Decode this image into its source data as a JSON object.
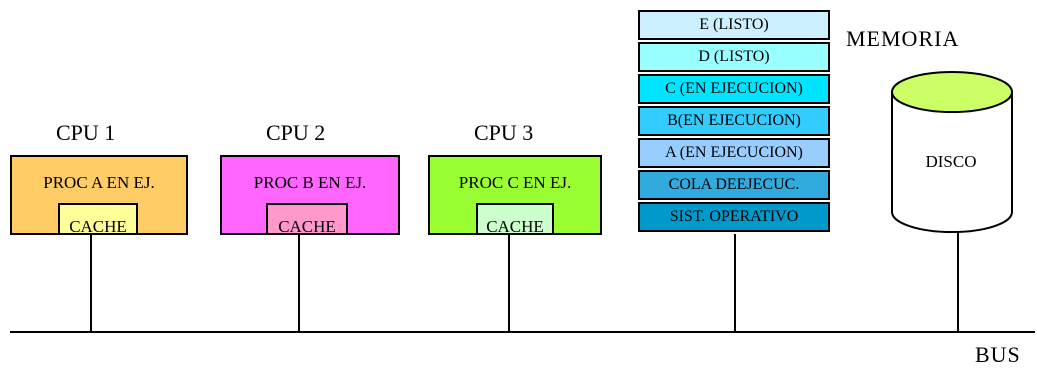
{
  "cpus": [
    {
      "title": "CPU 1",
      "process": "PROC A EN EJ.",
      "cache": "CACHE",
      "color": "#ffcc66",
      "cache_color": "#ffff99"
    },
    {
      "title": "CPU 2",
      "process": "PROC B EN EJ.",
      "cache": "CACHE",
      "color": "#ff66ff",
      "cache_color": "#ff99cc"
    },
    {
      "title": "CPU 3",
      "process": "PROC C EN EJ.",
      "cache": "CACHE",
      "color": "#99ff33",
      "cache_color": "#ccffcc"
    }
  ],
  "memory": {
    "title": "MEMORIA",
    "rows": [
      {
        "label": "E (LISTO)",
        "color": "#ccf0ff"
      },
      {
        "label": "D (LISTO)",
        "color": "#99ffff"
      },
      {
        "label": "C (EN EJECUCION)",
        "color": "#00e5ff"
      },
      {
        "label": "B(EN EJECUCION)",
        "color": "#33ccff"
      },
      {
        "label": "A (EN EJECUCION)",
        "color": "#99ccff"
      },
      {
        "label": "COLA DEEJECUC.",
        "color": "#33aadd"
      },
      {
        "label": "SIST. OPERATIVO",
        "color": "#0099cc"
      }
    ]
  },
  "disk": {
    "label": "DISCO",
    "top_color": "#ccff66"
  },
  "bus": {
    "label": "BUS"
  }
}
